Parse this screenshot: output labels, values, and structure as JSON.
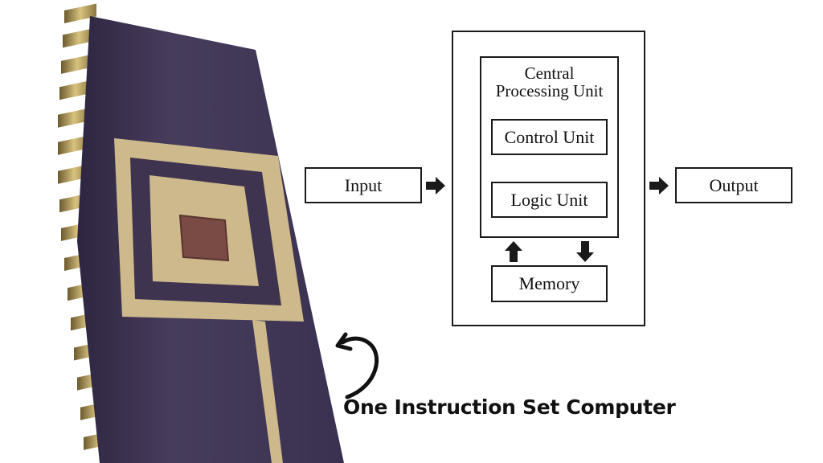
{
  "diagram": {
    "input_label": "Input",
    "output_label": "Output",
    "cpu_label_line1": "Central",
    "cpu_label_line2": "Processing Unit",
    "control_unit_label": "Control Unit",
    "logic_unit_label": "Logic Unit",
    "memory_label": "Memory"
  },
  "caption": "One Instruction Set Computer",
  "colors": {
    "chip_body": "#3e3450",
    "gold": "#cdb98b",
    "ink": "#111111"
  },
  "icons": [
    "curved-arrow-icon",
    "right-arrow-icon",
    "up-arrow-icon",
    "down-arrow-icon"
  ]
}
